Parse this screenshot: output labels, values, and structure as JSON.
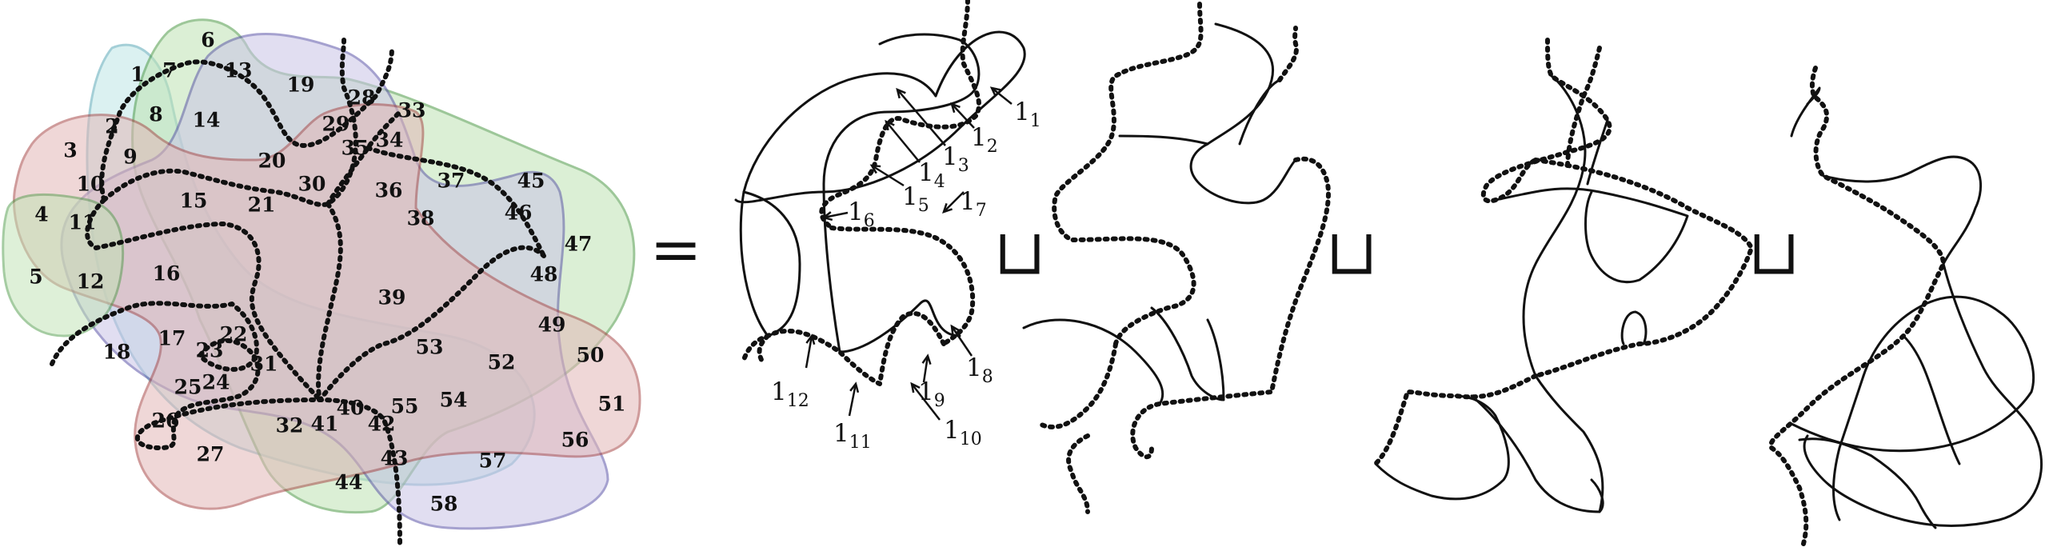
{
  "venn": {
    "sets": [
      {
        "color": "#bfe6e6",
        "stroke": "#5aa9b8"
      },
      {
        "color": "#bfe3b3",
        "stroke": "#4e9a47"
      },
      {
        "color": "#c9c4e6",
        "stroke": "#5c55a8"
      },
      {
        "color": "#e2b7b7",
        "stroke": "#a84a4a"
      }
    ],
    "region_labels": [
      "1",
      "2",
      "3",
      "4",
      "5",
      "6",
      "7",
      "8",
      "9",
      "10",
      "11",
      "12",
      "13",
      "14",
      "15",
      "16",
      "17",
      "18",
      "19",
      "20",
      "21",
      "22",
      "23",
      "24",
      "25",
      "26",
      "27",
      "28",
      "29",
      "30",
      "31",
      "32",
      "33",
      "34",
      "35",
      "36",
      "37",
      "38",
      "39",
      "40",
      "41",
      "42",
      "43",
      "44",
      "45",
      "46",
      "47",
      "48",
      "49",
      "50",
      "51",
      "52",
      "53",
      "54",
      "55",
      "56",
      "57",
      "58"
    ]
  },
  "operators": {
    "equals": "=",
    "disjoint_union": "⊔"
  },
  "curve_labels": [
    {
      "base": "1",
      "sub": "1"
    },
    {
      "base": "1",
      "sub": "2"
    },
    {
      "base": "1",
      "sub": "3"
    },
    {
      "base": "1",
      "sub": "4"
    },
    {
      "base": "1",
      "sub": "5"
    },
    {
      "base": "1",
      "sub": "6"
    },
    {
      "base": "1",
      "sub": "7"
    },
    {
      "base": "1",
      "sub": "8"
    },
    {
      "base": "1",
      "sub": "9"
    },
    {
      "base": "1",
      "sub": "10"
    },
    {
      "base": "1",
      "sub": "11"
    },
    {
      "base": "1",
      "sub": "12"
    }
  ]
}
